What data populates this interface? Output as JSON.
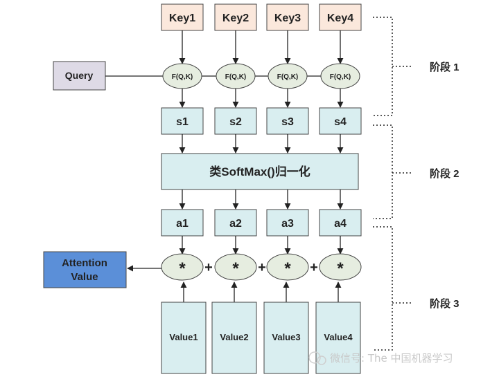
{
  "keys": [
    "Key1",
    "Key2",
    "Key3",
    "Key4"
  ],
  "query": "Query",
  "func": "F(Q,K)",
  "scores": [
    "s1",
    "s2",
    "s3",
    "s4"
  ],
  "softmax": "类SoftMax()归一化",
  "weights": [
    "a1",
    "a2",
    "a3",
    "a4"
  ],
  "multiply": "*",
  "plus": "+",
  "values": [
    "Value1",
    "Value2",
    "Value3",
    "Value4"
  ],
  "output": {
    "line1": "Attention",
    "line2": "Value"
  },
  "stages": [
    "阶段 1",
    "阶段 2",
    "阶段 3"
  ],
  "watermark": "微信号: The 中国机器学习",
  "colors": {
    "key_fill": "#fbe8dc",
    "ellipse_fill": "#e6ede0",
    "box_fill": "#d9eef0",
    "output_fill": "#5b8fd8",
    "query_fill": "#dedae6",
    "stroke": "#444444"
  }
}
